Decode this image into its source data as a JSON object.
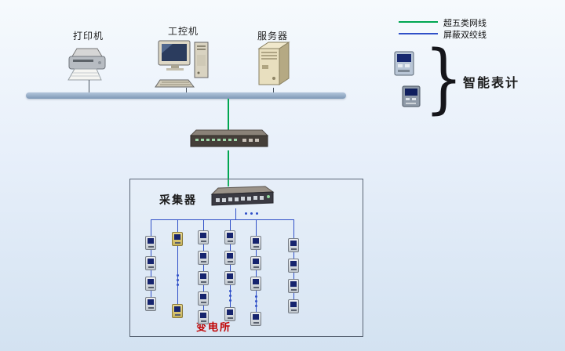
{
  "devices": {
    "printer_label": "打印机",
    "industrial_pc_label": "工控机",
    "server_label": "服务器",
    "collector_label": "采集器",
    "substation_label": "变电所"
  },
  "legend": {
    "items": [
      {
        "name": "cat5-network-cable",
        "label": "超五类网线",
        "color": "#00a651"
      },
      {
        "name": "shielded-twisted-pair",
        "label": "屏蔽双绞线",
        "color": "#3050c8"
      }
    ],
    "smart_meters_label": "智能表计"
  },
  "icons": [
    "printer-icon",
    "industrial-pc-icon",
    "server-icon",
    "switch-icon",
    "collector-icon",
    "meter-icon",
    "smart-meter-icon",
    "brace-glyph"
  ],
  "colors": {
    "background_top": "#f6fafd",
    "background_bottom": "#d3e2f1",
    "bus_line": "#7e98b6",
    "cat5_line": "#00a651",
    "twisted_pair_line": "#3050c8",
    "substation_text": "#c00000"
  }
}
